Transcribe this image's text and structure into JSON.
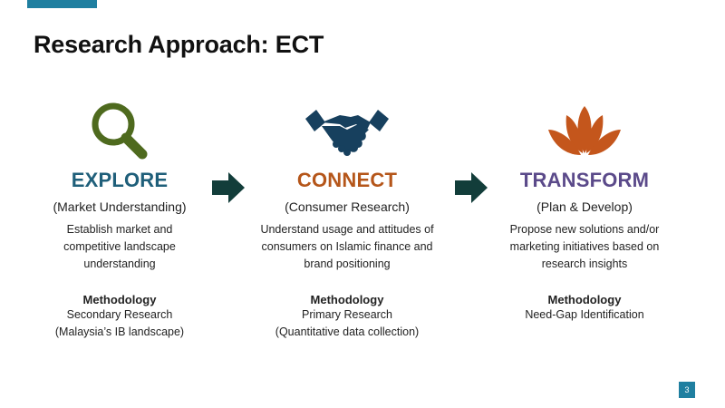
{
  "slide": {
    "title": "Research Approach: ECT",
    "page_number": "3",
    "accent": "#1f7fa0"
  },
  "columns": [
    {
      "icon": "magnifier-icon",
      "color": "#1f5f7a",
      "heading": "EXPLORE",
      "subheading": "(Market Understanding)",
      "description": [
        "Establish market and",
        "competitive landscape",
        "understanding"
      ],
      "methodology_label": "Methodology",
      "methodology": [
        "Secondary Research",
        "(Malaysia’s IB landscape)"
      ]
    },
    {
      "icon": "handshake-icon",
      "color": "#b5561a",
      "heading": "CONNECT",
      "subheading": "(Consumer Research)",
      "description": [
        "Understand usage and attitudes of",
        "consumers on Islamic finance and",
        "brand positioning"
      ],
      "methodology_label": "Methodology",
      "methodology": [
        "Primary Research",
        "(Quantitative data collection)"
      ]
    },
    {
      "icon": "lotus-icon",
      "color": "#5b4a8a",
      "heading": "TRANSFORM",
      "subheading": "(Plan & Develop)",
      "description": [
        "Propose new solutions and/or",
        "marketing initiatives based on",
        "research insights"
      ],
      "methodology_label": "Methodology",
      "methodology": [
        "Need-Gap Identification"
      ]
    }
  ]
}
